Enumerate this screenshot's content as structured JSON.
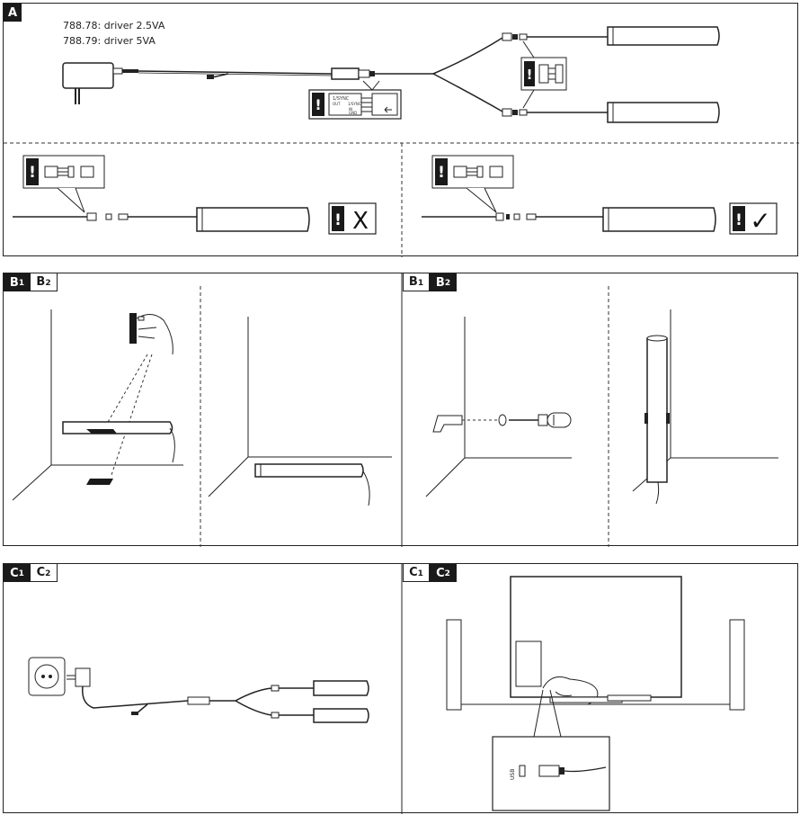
{
  "panel_a": {
    "tag": "A",
    "driver_lines": [
      "788.78: driver 2.5VA",
      "788.79: driver 5VA"
    ],
    "warning_symbol": "!",
    "wrong_symbol": "X",
    "right_symbol": "✓",
    "connector_text": [
      "OUT",
      "1/SYNC",
      "IN",
      "1/SYNC",
      "GND"
    ]
  },
  "panel_b": {
    "left_tags": {
      "dark": "B",
      "dark_sub": "1",
      "light": "B",
      "light_sub": "2"
    },
    "right_tags": {
      "light": "B",
      "light_sub": "1",
      "dark": "B",
      "dark_sub": "2"
    }
  },
  "panel_c": {
    "left_tags": {
      "dark": "C",
      "dark_sub": "1",
      "light": "C",
      "light_sub": "2"
    },
    "right_tags": {
      "light": "C",
      "light_sub": "1",
      "dark": "C",
      "dark_sub": "2"
    },
    "usb_label": "USB"
  },
  "icons": [
    "warning-icon",
    "cross-icon",
    "check-icon",
    "plug-adapter-icon",
    "screwdriver-icon",
    "wall-socket-icon",
    "usb-port-icon"
  ]
}
